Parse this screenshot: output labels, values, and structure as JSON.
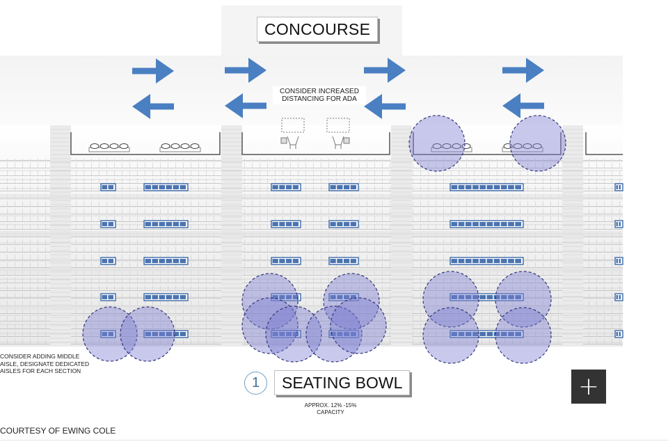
{
  "labels": {
    "concourse": "CONCOURSE",
    "ada_note": "CONSIDER INCREASED DISTANCING FOR ADA",
    "aisle_note": "CONSIDER ADDING MIDDLE AISLE, DESIGNATE DEDICATED AISLES FOR EACH SECTION",
    "section_number": "1",
    "seating_bowl": "SEATING BOWL",
    "capacity_note": "APPROX. 12% -15% CAPACITY",
    "credit": "COURTESY OF EWING COLE"
  },
  "controls": {
    "expand_symbol": "+"
  },
  "icons": {
    "arrow_right": "arrow-right-icon",
    "arrow_left": "arrow-left-icon",
    "distancing_circle": "distancing-circle-icon",
    "table_with_chairs": "table-chairs-icon",
    "wheelchair_space": "wheelchair-space-icon"
  },
  "colors": {
    "arrow_blue": "#4a7fc2",
    "circle_fill": "#7b7fd1",
    "circle_stroke": "#33357a",
    "seat_highlight": "#3a6aa8",
    "dark_button": "#333333"
  }
}
